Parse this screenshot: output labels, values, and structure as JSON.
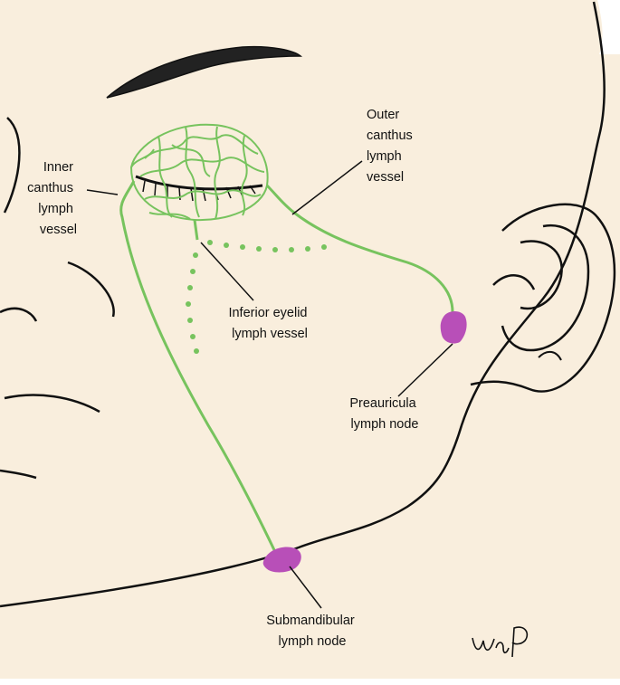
{
  "labels": {
    "inner_canthus": [
      "Inner",
      "canthus",
      "lymph",
      "vessel"
    ],
    "outer_canthus": [
      "Outer",
      "canthus",
      "lymph",
      "vessel"
    ],
    "inferior_eyelid": [
      "Inferior eyelid",
      "lymph vessel"
    ],
    "preauricular": [
      "Preauricula",
      "lymph node"
    ],
    "submandibular": [
      "Submandibular",
      "lymph node"
    ]
  },
  "colors": {
    "skin": "#f9eedd",
    "outline": "#111111",
    "lymph_vessel": "#77c35e",
    "lymph_node": "#b84fb8",
    "background": "#ffffff"
  }
}
